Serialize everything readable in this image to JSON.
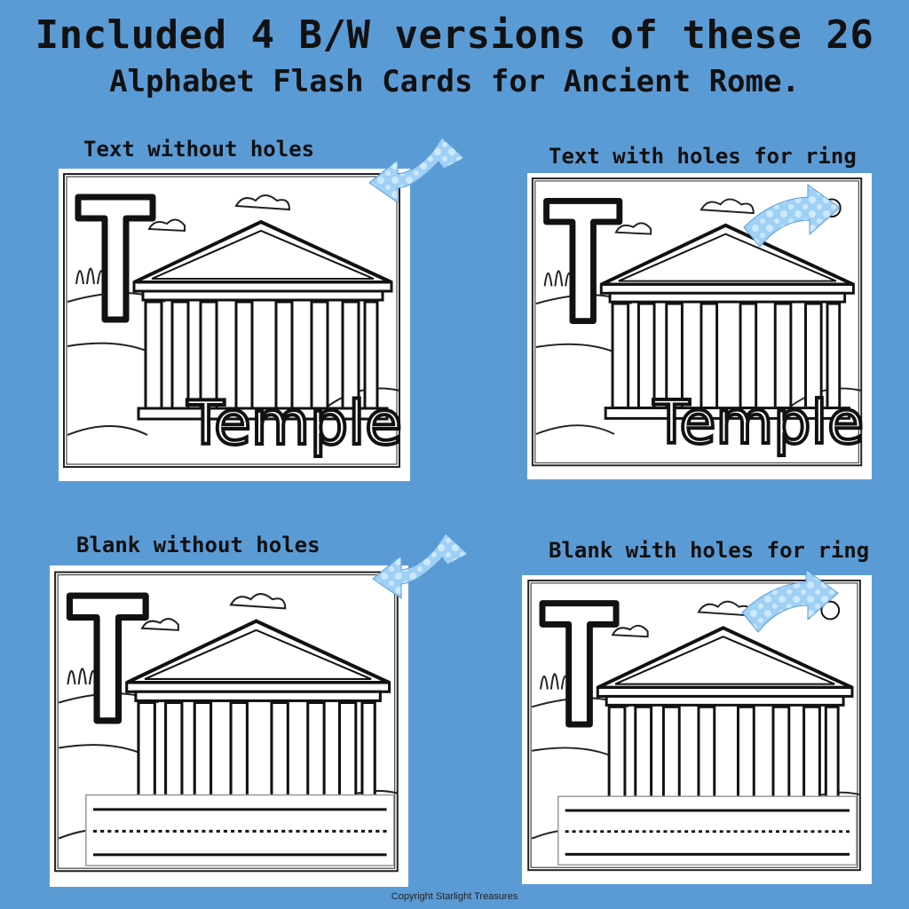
{
  "header": {
    "line1": "Included 4 B/W versions of these 26",
    "line2": "Alphabet Flash Cards for Ancient Rome."
  },
  "cards": [
    {
      "label": "Text without holes",
      "letter": "T",
      "word": "Temple"
    },
    {
      "label": "Text with holes for ring",
      "letter": "T",
      "word": "Temple"
    },
    {
      "label": "Blank without holes",
      "letter": "T"
    },
    {
      "label": "Blank with holes for ring",
      "letter": "T"
    }
  ],
  "colors": {
    "background": "#5b9bd5",
    "arrow": "#9fd0f5"
  },
  "footer": {
    "copyright": "Copyright Starlight Treasures"
  }
}
